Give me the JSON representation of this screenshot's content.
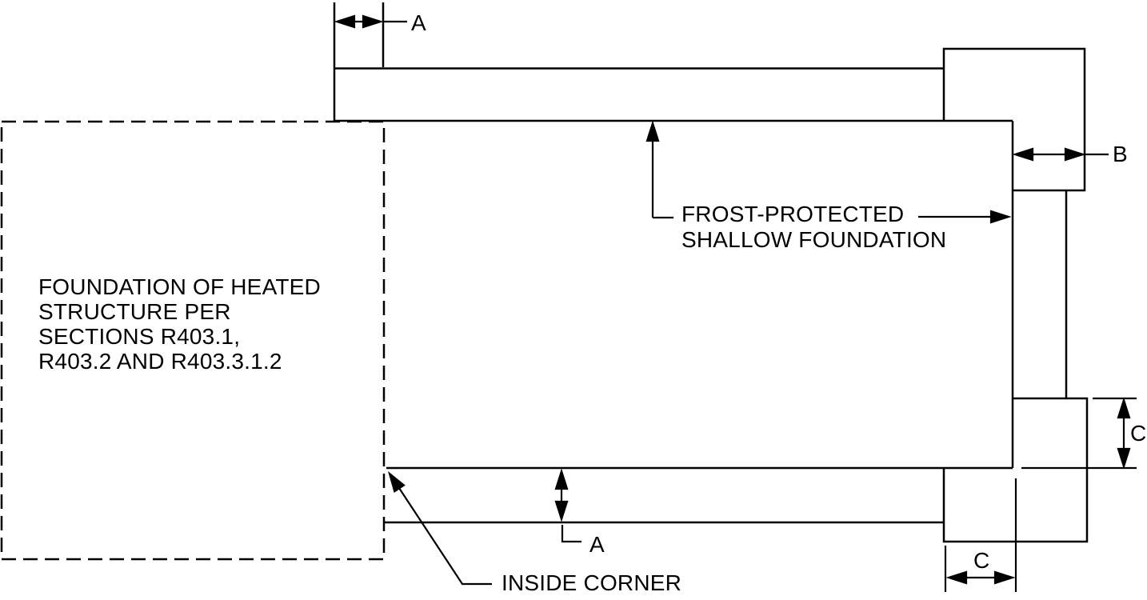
{
  "labels": {
    "heated_structure": "FOUNDATION OF HEATED\nSTRUCTURE PER\nSECTIONS R403.1,\nR403.2 AND R403.3.1.2",
    "frost_protected": "FROST-PROTECTED\nSHALLOW FOUNDATION",
    "inside_corner": "INSIDE CORNER",
    "dim_a_top": "A",
    "dim_a_bottom": "A",
    "dim_b": "B",
    "dim_c_right": "C",
    "dim_c_bottom": "C"
  },
  "colors": {
    "line": "#000000",
    "background": "#ffffff"
  }
}
